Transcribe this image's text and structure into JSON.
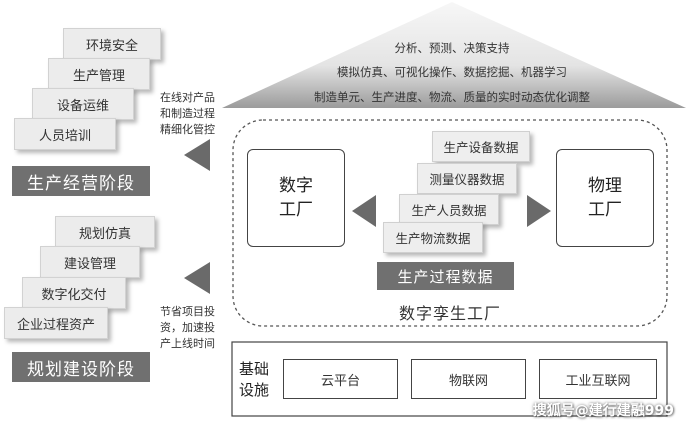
{
  "left_top": {
    "cards": [
      "环境安全",
      "生产管理",
      "设备运维",
      "人员培训"
    ],
    "stage_label": "生产经营阶段",
    "note": [
      "在线对产品",
      "和制造过程",
      "精细化管控"
    ]
  },
  "left_bottom": {
    "cards": [
      "规划仿真",
      "建设管理",
      "数字化交付",
      "企业过程资产"
    ],
    "stage_label": "规划建设阶段",
    "note": [
      "节省项目投",
      "资，加速投",
      "产上线时间"
    ]
  },
  "roof": {
    "lines": [
      "分析、预测、决策支持",
      "模拟仿真、可视化操作、数据挖掘、机器学习",
      "制造单元、生产进度、物流、质量的实时动态优化调整"
    ]
  },
  "twin": {
    "digital_factory": [
      "数字",
      "工厂"
    ],
    "physical_factory": [
      "物理",
      "工厂"
    ],
    "data_cards": [
      "生产设备数据",
      "测量仪器数据",
      "生产人员数据",
      "生产物流数据"
    ],
    "data_label": "生产过程数据",
    "title": "数字孪生工厂"
  },
  "infra": {
    "label": [
      "基础",
      "设施"
    ],
    "items": [
      "云平台",
      "物联网",
      "工业互联网"
    ]
  },
  "watermark": "搜狐号@建行建融999",
  "colors": {
    "stage_bg": "#707070",
    "roof_top": "#f4f4f4",
    "roof_bottom": "#9a9a9a",
    "arrow": "#6a6a6a"
  }
}
